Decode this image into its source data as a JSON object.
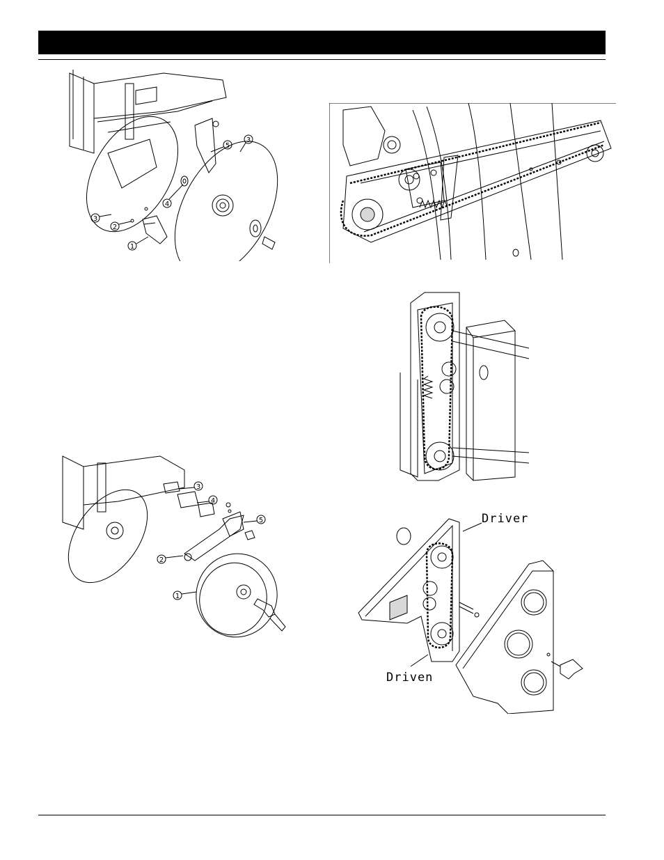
{
  "header": {
    "title": ""
  },
  "figure_a": {
    "callouts": [
      "1",
      "2",
      "3",
      "4",
      "5",
      "3"
    ]
  },
  "figure_b": {
    "callouts": [
      "1",
      "2",
      "3",
      "4",
      "5"
    ]
  },
  "figure_e": {
    "driver_label": "Driver",
    "driven_label": "Driven"
  },
  "colors": {
    "ink": "#000000",
    "paper": "#ffffff",
    "shade": "#d8d8d8"
  }
}
